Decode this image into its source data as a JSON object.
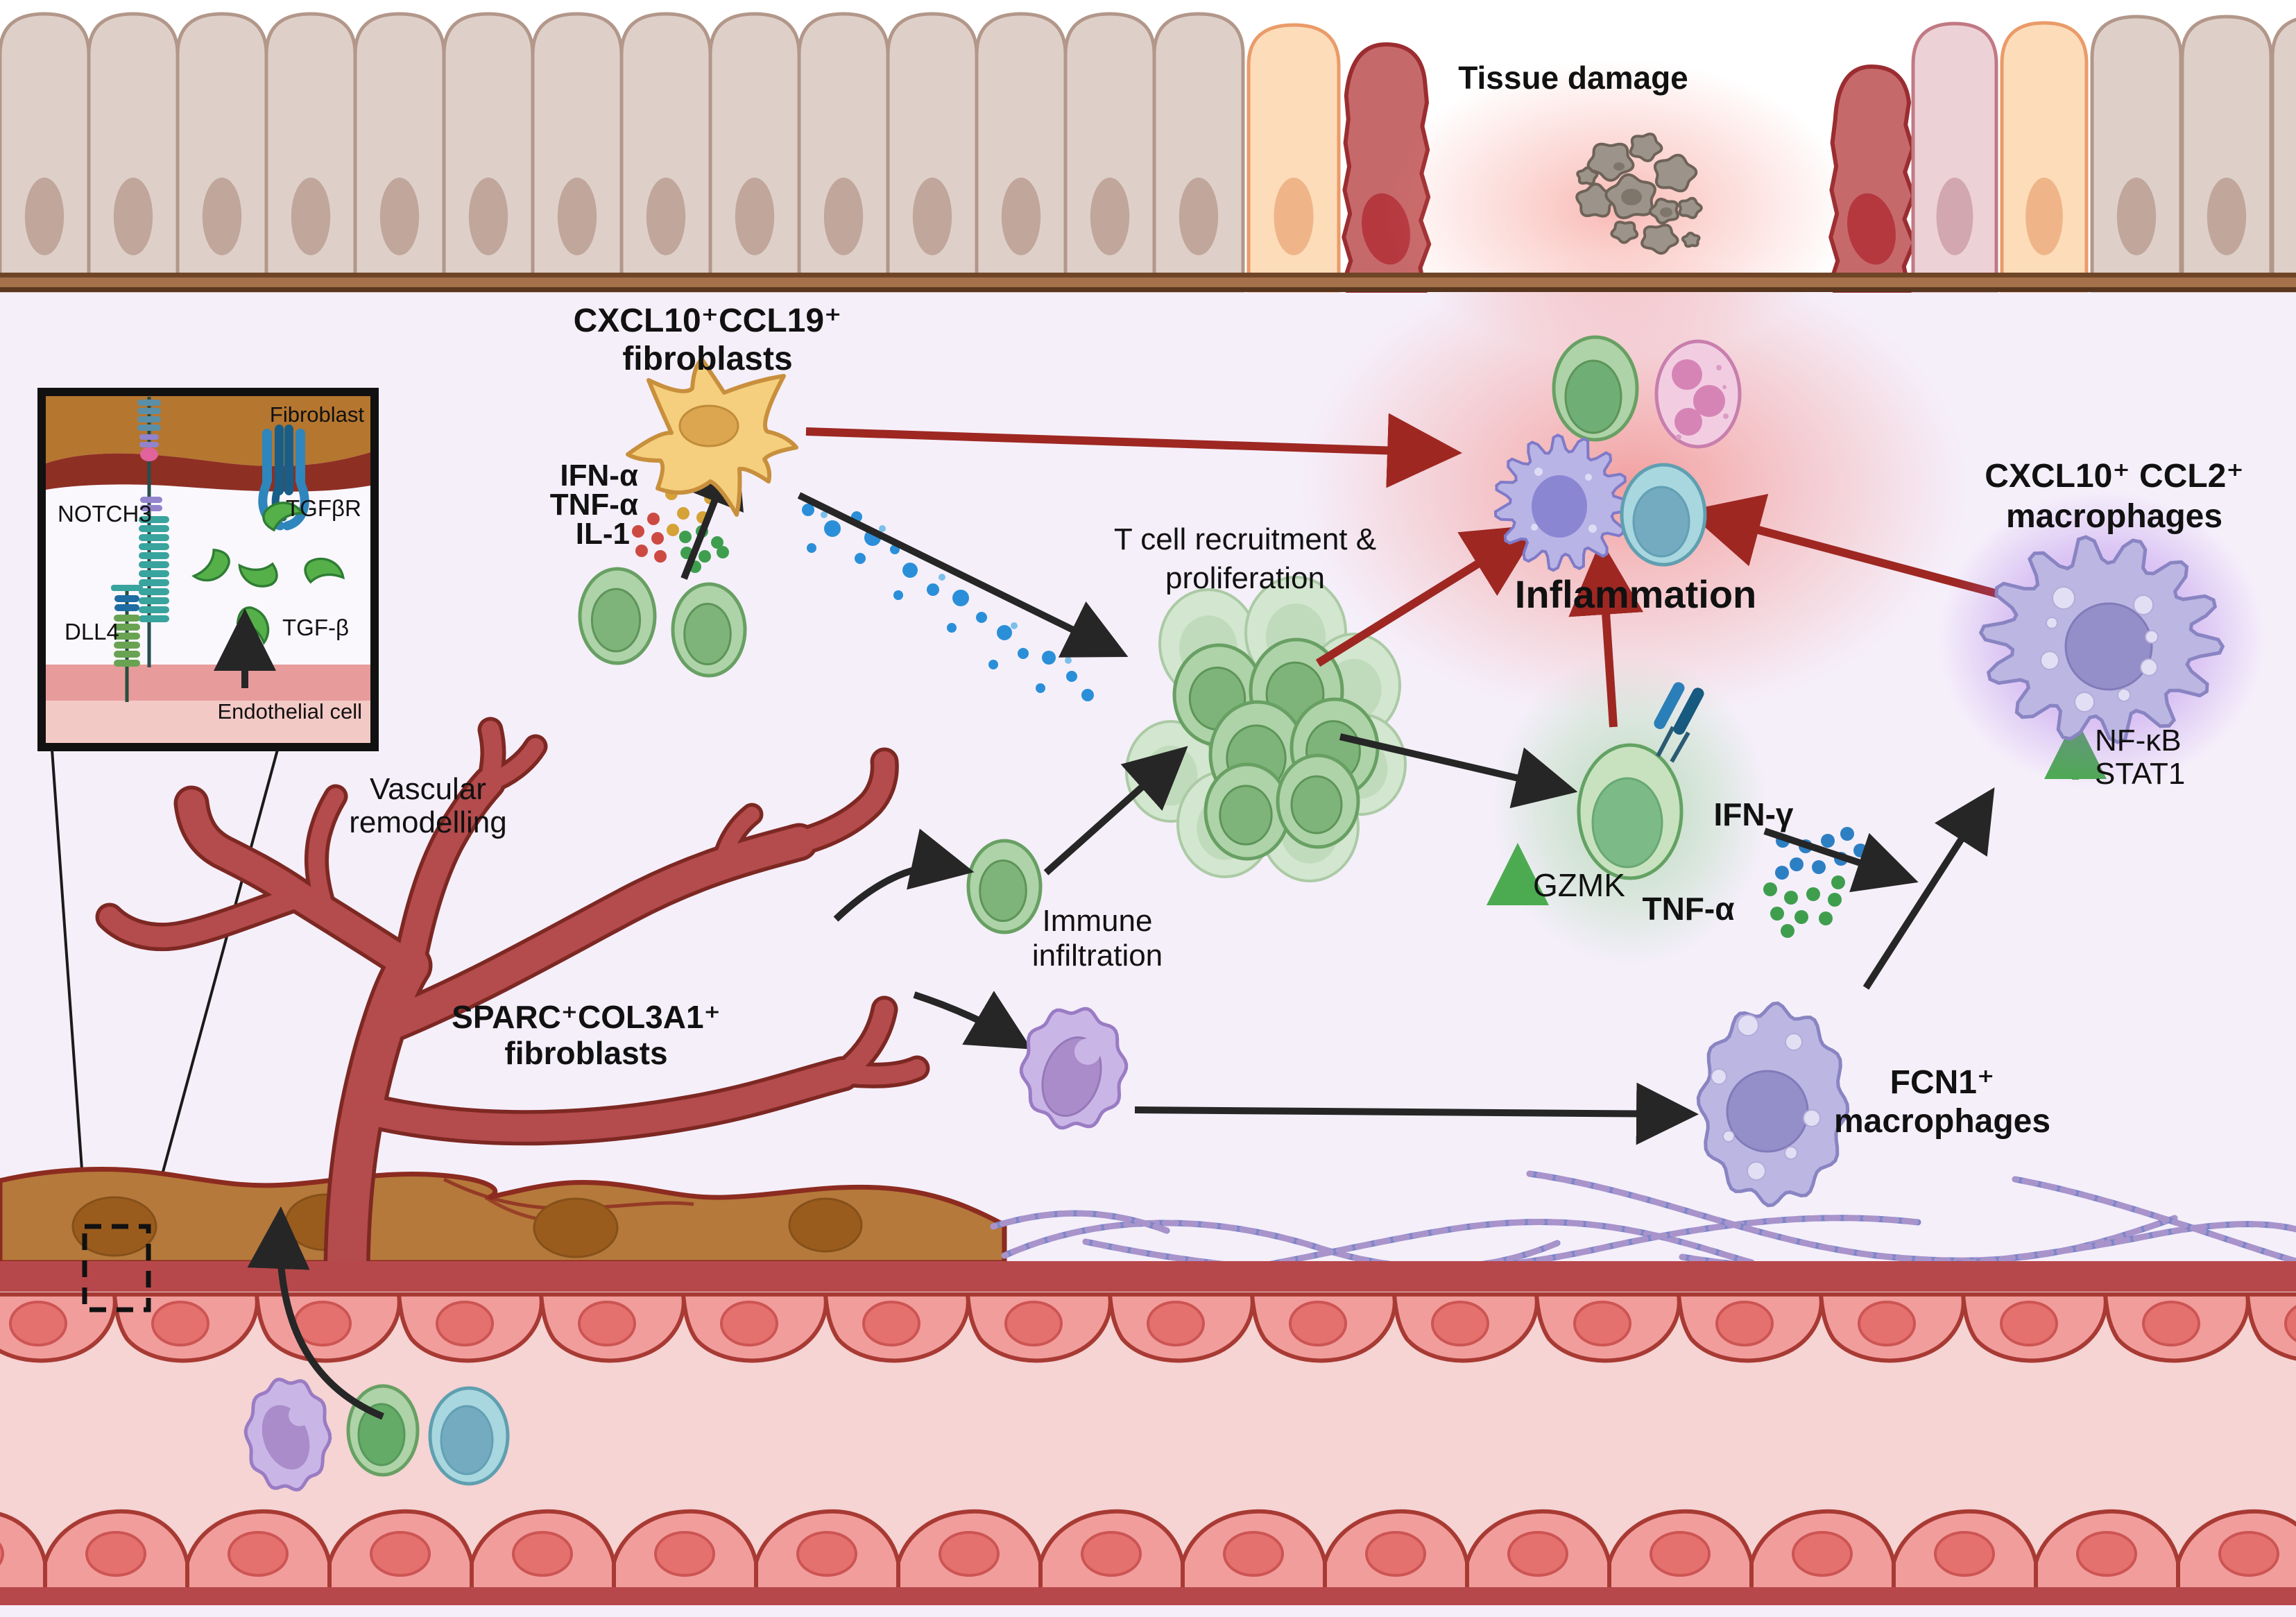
{
  "labels": {
    "tissue_damage": "Tissue damage",
    "cxcl10_ccl19": {
      "l1": "CXCL10⁺CCL19⁺",
      "l2": "fibroblasts"
    },
    "ifn_alpha": "IFN-α",
    "tnf_alpha": "TNF-α",
    "il1": "IL-1",
    "t_cell": {
      "l1": "T cell recruitment &",
      "l2": "proliferation"
    },
    "inflammation": "Inflammation",
    "cxcl10_ccl2": {
      "l1": "CXCL10⁺ CCL2⁺",
      "l2": "macrophages"
    },
    "nfkb": "NF-κB",
    "stat1": "STAT1",
    "gzmk": "GZMK",
    "ifn_gamma": "IFN-γ",
    "tnf_alpha2": "TNF-α",
    "vascular": {
      "l1": "Vascular",
      "l2": "remodelling"
    },
    "sparc": {
      "l1": "SPARC⁺COL3A1⁺",
      "l2": "fibroblasts"
    },
    "immune": {
      "l1": "Immune",
      "l2": "infiltration"
    },
    "fcn1": {
      "l1": "FCN1⁺",
      "l2": "macrophages"
    },
    "inset": {
      "fibroblast": "Fibroblast",
      "notch3": "NOTCH3",
      "dll4": "DLL4",
      "tgfbr": "TGFβR",
      "tgfb": "TGF-β",
      "endothelial": "Endothelial cell"
    }
  },
  "colors": {
    "background": "#f5effa",
    "ifn_alpha": "#cf4438",
    "tnf_alpha": "#2d6b35",
    "il1": "#bf8c2d",
    "ifn_gamma": "#2d7fc3",
    "red_arrow": "#9e2722",
    "black_arrow": "#262626",
    "green_arrow": "#4cab50",
    "tan_cell": "#ded0c9",
    "tan_stroke": "#b2978a",
    "tan_nucleus": "#c0a69b",
    "orange_cell": "#fddcba",
    "orange_stroke": "#ea9b69",
    "orange_nucleus": "#efb589",
    "pink_cell": "#ecd2d6",
    "pink_stroke": "#c17983",
    "pink_nucleus": "#d2a7af",
    "red_cell": "#c6696b",
    "red_stroke": "#9b2d31",
    "red_nucleus": "#b5383f",
    "membrane": "#a5714a",
    "brown_layer": "#b5793b",
    "brown_outline": "#8c2b20",
    "brown_nucleus": "#9a5c1d",
    "vessel_outer": "#7d2823",
    "vessel_inner": "#b44b4c",
    "red_band": "#b6484b",
    "endo_cell": "#f19d9c",
    "endo_stroke": "#a83a34",
    "endo_nucleus": "#e4716e",
    "lumen": "#f5d4d3",
    "green_cell": "#aed3a8",
    "green_stroke": "#68a063",
    "green_nucleus": "#7eb479",
    "tback_cell": "#d3e6cf",
    "tback_stroke": "#abcaa5",
    "purple_cell": "#bcb6e2",
    "purple_stroke": "#8984c2",
    "purple_nucleus": "#948ec9",
    "purple_vesicle": "#e2dff4",
    "mono_cell": "#cab6e6",
    "mono_stroke": "#9a7cc4",
    "mono_nucleus": "#a98cc9",
    "blue_cell": "#a9d7df",
    "blue_stroke": "#5f9fb0",
    "blue_nucleus": "#74abc0",
    "neut_cell": "#f2cde2",
    "neut_stroke": "#c87fad",
    "neut_nucleus": "#d684b6",
    "dend_cell": "#b9b4e6",
    "dend_stroke": "#7f7ac8",
    "dend_nucleus": "#8b86d2",
    "gzmk_cell": "#c8e2c0",
    "gzmk_stroke": "#63a263",
    "gzmk_nucleus": "#7cba87",
    "debris": "#9c948b",
    "debris_stroke": "#6f6358",
    "debris_dark": "#7e756b",
    "fibro_star": "#f5cf7d",
    "fibro_star_stroke": "#c88f3c",
    "fibro_star_nucleus": "#dca54f",
    "dot_gold": "#d4a237",
    "dot_red": "#cc4a42",
    "dot_green": "#3f9e4e",
    "dot_blue": "#2a8fd8",
    "dot_blue_lt": "#7cc0ea",
    "collagen_a": "#7b86c9",
    "collagen_b": "#a894cb",
    "tcr_light": "#2a7fb8",
    "tcr_dark": "#17597f",
    "inset_brown": "#b5762f",
    "inset_membrane": "#8e2f23",
    "inset_pink": "#e89b9b",
    "inset_pink_lt": "#f3c9c6",
    "notch_teal": "#38a49d",
    "notch_blue": "#5b8fa8",
    "notch_purple": "#9383cc",
    "notch_pink": "#e0639c",
    "dll4_green": "#69a352",
    "dll4_blue": "#1d6ca3",
    "tgf_light": "#2e86bd",
    "tgf_dark": "#185e88",
    "tgfb_green": "#55b04a",
    "tgfb_green_dk": "#2e7d33"
  }
}
